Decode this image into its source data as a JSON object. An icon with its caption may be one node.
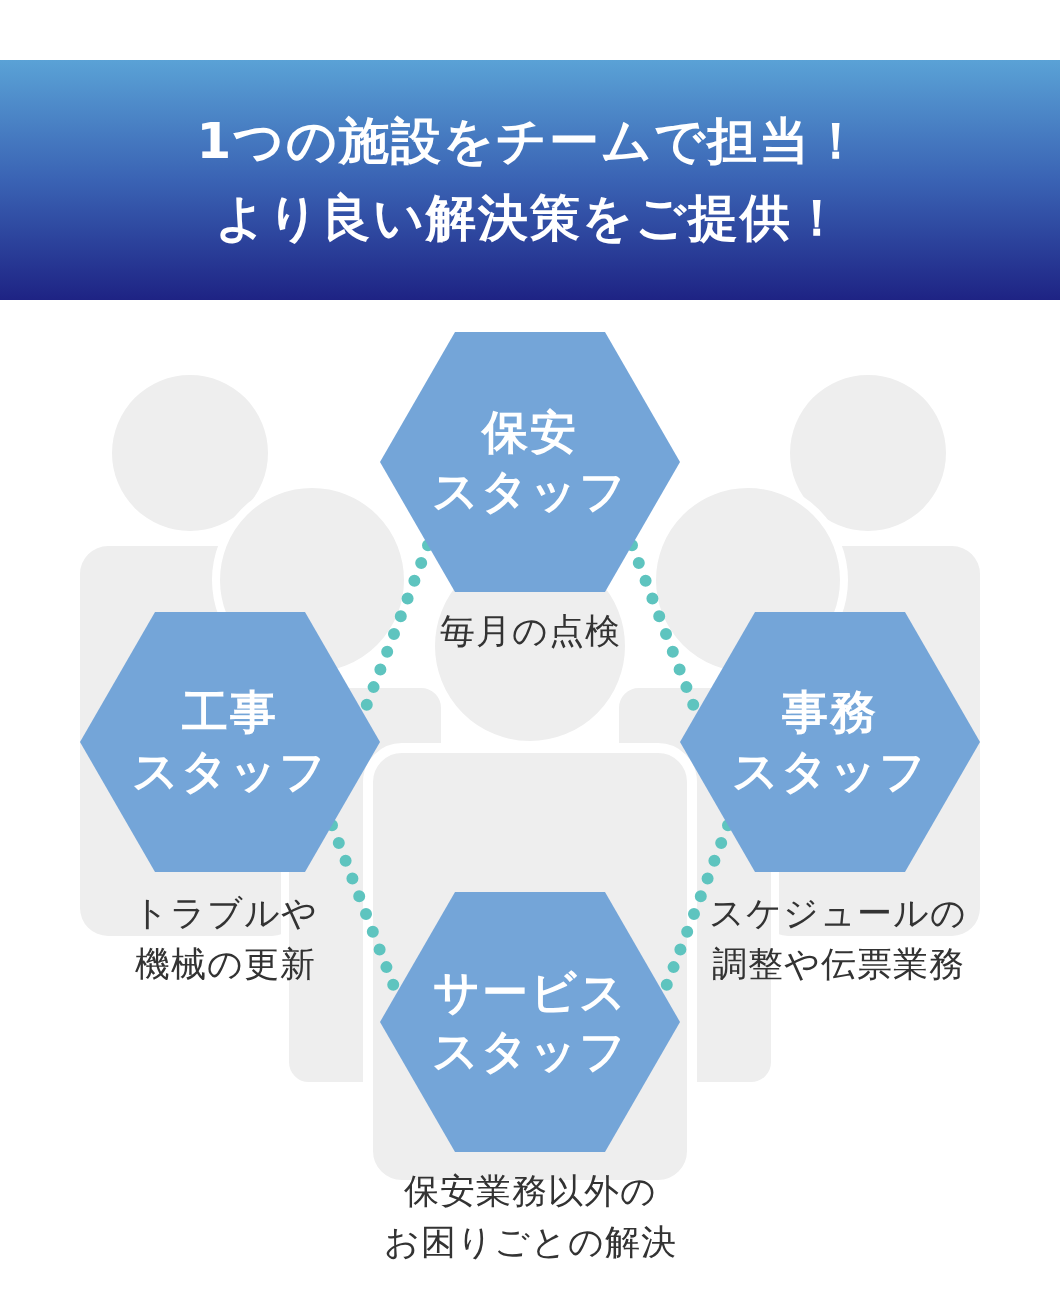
{
  "diagram": {
    "title": "1つの施設をチームで担当！より良い解決策をご提供！",
    "nodes": [
      {
        "text": [
          "保安スタッフ"
        ],
        "beside": [
          "毎月の点検"
        ]
      },
      {
        "text": [
          "工事スタッフ"
        ],
        "beside": [
          "トラブルや機械の更新"
        ]
      },
      {
        "text": [
          "事務スタッフ"
        ],
        "beside": [
          "スケジュールの調整や伝票業務"
        ]
      },
      {
        "text": [
          "サービススタッフ"
        ],
        "beside": [
          "保安業務以外のお困りごとの解決"
        ]
      }
    ],
    "edges": [
      {
        "from": 0,
        "to": 1,
        "arrow": "none"
      },
      {
        "from": 0,
        "to": 2,
        "arrow": "none"
      },
      {
        "from": 1,
        "to": 3,
        "arrow": "none"
      },
      {
        "from": 2,
        "to": 3,
        "arrow": "none"
      }
    ]
  }
}
